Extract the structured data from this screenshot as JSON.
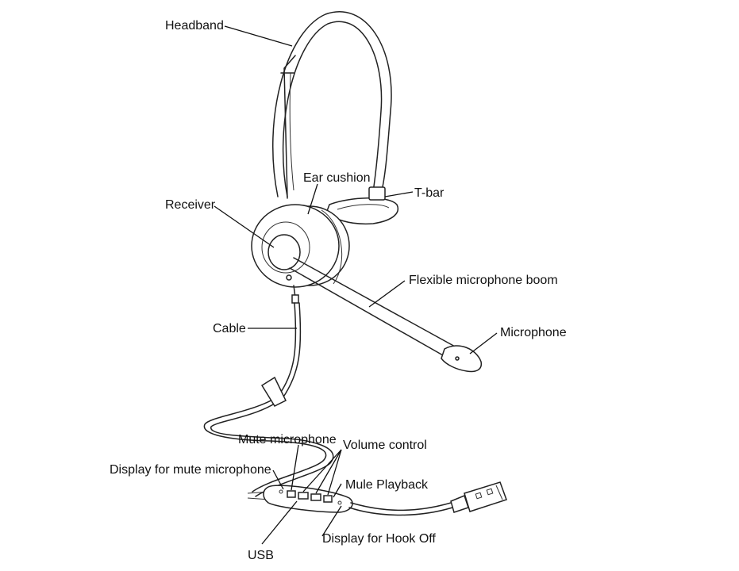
{
  "labels": {
    "headband": "Headband",
    "ear_cushion": "Ear cushion",
    "t_bar": "T-bar",
    "receiver": "Receiver",
    "boom": "Flexible microphone boom",
    "cable": "Cable",
    "microphone": "Microphone",
    "mute_microphone": "Mute microphone",
    "volume_control": "Volume control",
    "display_mute": "Display for mute microphone",
    "mule_playback": "Mule Playback",
    "display_hook_off": "Display for Hook Off",
    "usb": "USB"
  }
}
